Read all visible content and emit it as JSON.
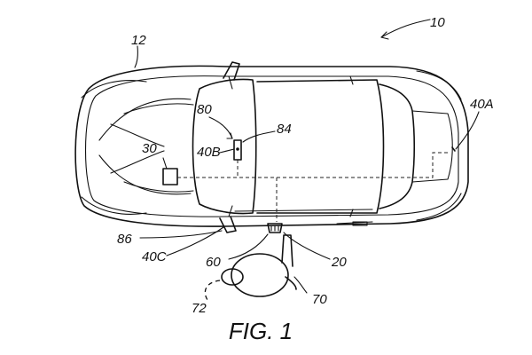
{
  "figure": {
    "caption": "FIG. 1",
    "labels": {
      "ref_10": "10",
      "ref_12": "12",
      "ref_20": "20",
      "ref_30": "30",
      "ref_40a": "40A",
      "ref_40b": "40B",
      "ref_40c": "40C",
      "ref_60": "60",
      "ref_70": "70",
      "ref_72": "72",
      "ref_80": "80",
      "ref_84": "84",
      "ref_86": "86"
    }
  }
}
